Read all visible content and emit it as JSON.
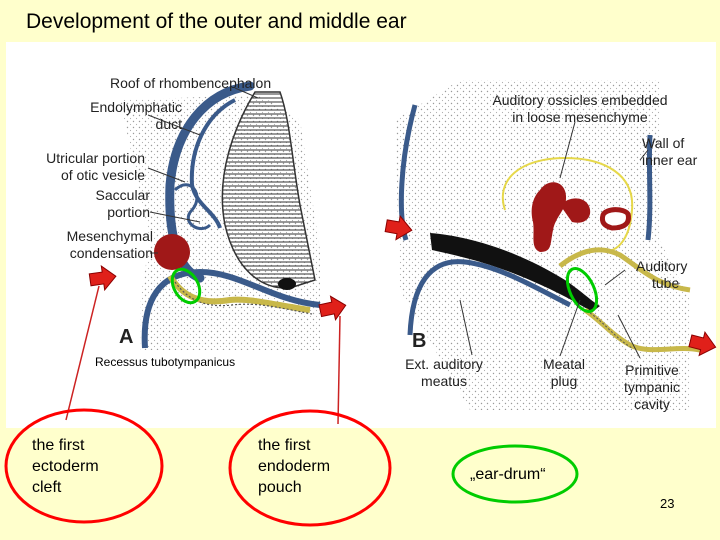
{
  "slide": {
    "title": "Development of the outer and middle ear",
    "page_number": "23"
  },
  "figure": {
    "panel_a": {
      "letter": "A",
      "labels": {
        "roof": "Roof of rhombencephalon",
        "endolymphatic": [
          "Endolymphatic",
          "duct"
        ],
        "utricular": [
          "Utricular portion",
          "of otic vesicle"
        ],
        "saccular": [
          "Saccular",
          "portion"
        ],
        "mesenchymal": [
          "Mesenchymal",
          "condensation"
        ]
      }
    },
    "panel_b": {
      "letter": "B",
      "labels": {
        "ossicles": [
          "Auditory ossicles embedded",
          "in loose mesenchyme"
        ],
        "wall": [
          "Wall of",
          "inner ear"
        ],
        "tube": [
          "Auditory",
          "tube"
        ],
        "meatus": [
          "Ext. auditory",
          "meatus"
        ],
        "plug": [
          "Meatal",
          "plug"
        ],
        "tympanic": [
          "Primitive",
          "tympanic",
          "cavity"
        ]
      }
    },
    "recess_label": "Recessus tubotympanicus"
  },
  "callouts": {
    "ectoderm": [
      "the first",
      "ectoderm",
      "cleft"
    ],
    "endoderm": [
      "the first",
      "endoderm",
      "pouch"
    ],
    "eardrum": "„ear-drum“"
  },
  "colors": {
    "background": "#ffffcc",
    "callout_ellipse": "#ff0000",
    "eardrum_ellipse": "#00cc00",
    "epithelium": "#3a5a8a",
    "endoderm_tube": "#c8b84a",
    "ossicles": "#a01818",
    "arrow": "#e0201a"
  }
}
